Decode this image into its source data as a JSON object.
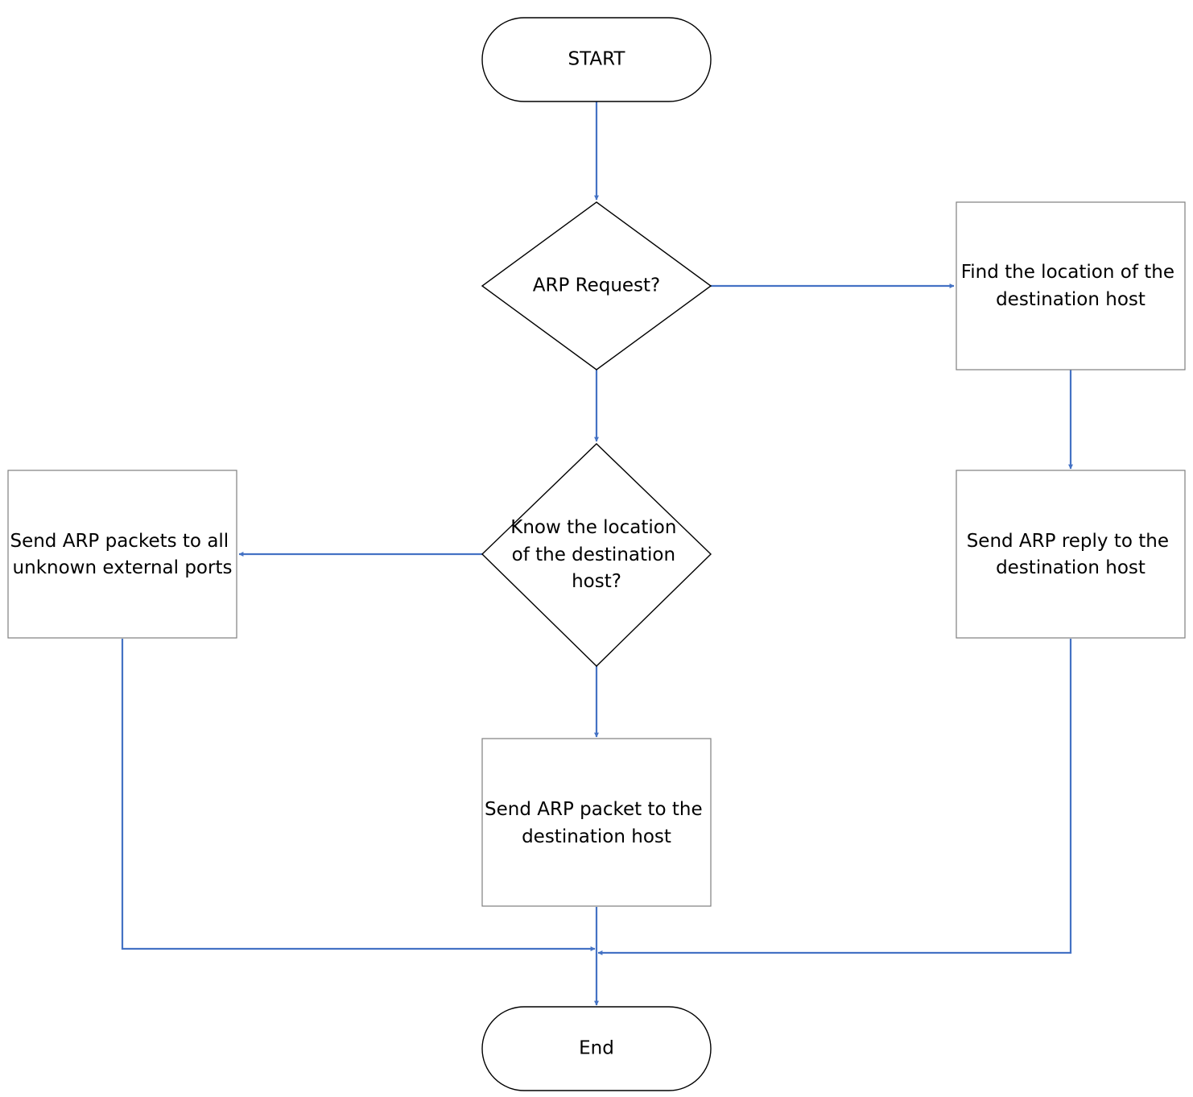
{
  "nodes": {
    "start": {
      "label": "START"
    },
    "arp_request": {
      "label": "ARP Request?"
    },
    "find_location": {
      "lines": [
        "Find the location of the",
        "destination host"
      ]
    },
    "know_location": {
      "lines": [
        "Know the location",
        "of the destination",
        "host?"
      ]
    },
    "send_arp_packets_all": {
      "lines": [
        "Send ARP packets to all",
        "unknown external ports"
      ]
    },
    "send_arp_reply": {
      "lines": [
        "Send ARP reply to the",
        "destination host"
      ]
    },
    "send_arp_packet": {
      "lines": [
        "Send ARP packet to the",
        "destination host"
      ]
    },
    "end": {
      "label": "End"
    }
  },
  "colors": {
    "connector": "#4472c4",
    "shape_outline": "#000000",
    "box_outline": "#7f7f7f"
  }
}
